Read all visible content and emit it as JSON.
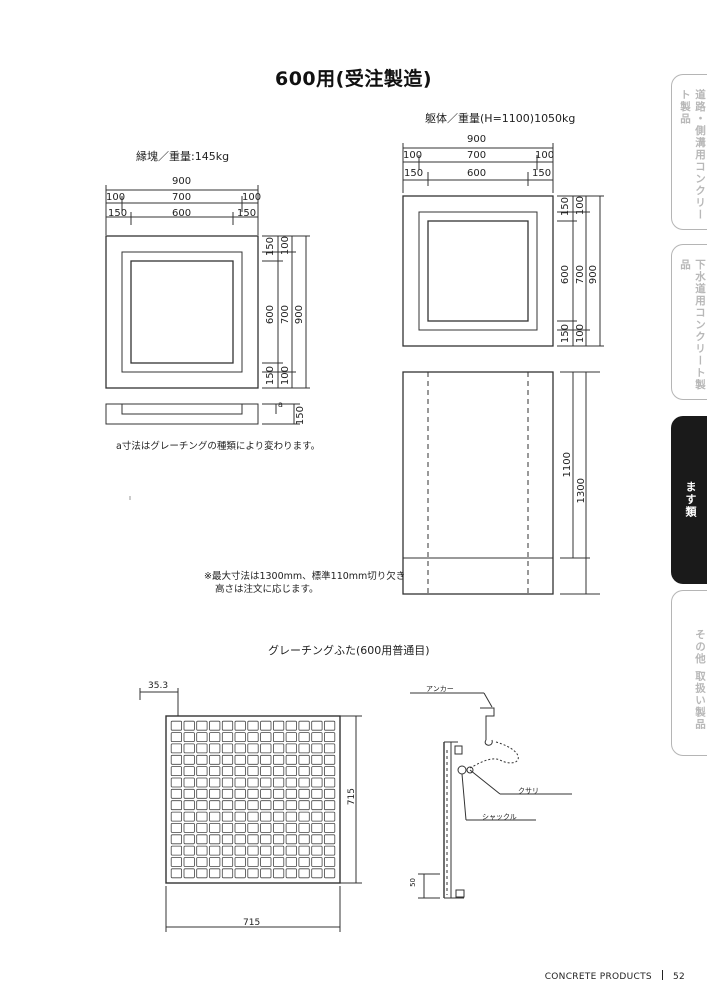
{
  "title": "600用(受注製造)",
  "top_left": {
    "label": "縁塊／重量:145kg",
    "dims_overall": "900",
    "dims_row2": [
      "100",
      "700",
      "100"
    ],
    "dims_row3": [
      "150",
      "600",
      "150"
    ],
    "right_inner": [
      "150",
      "100",
      "600",
      "700",
      "900",
      "150",
      "100"
    ],
    "section_dims": [
      "a",
      "150"
    ],
    "note": "a寸法はグレーチングの種類により変わります。"
  },
  "top_right": {
    "label": "躯体／重量(H=1100)1050kg",
    "dims_overall": "900",
    "dims_row2": [
      "100",
      "700",
      "100"
    ],
    "dims_row3": [
      "150",
      "600",
      "150"
    ],
    "right_inner": [
      "150",
      "100",
      "600",
      "700",
      "900",
      "150",
      "100"
    ],
    "elevation_dims": [
      "1100",
      "1300"
    ],
    "note_lines": [
      "※最大寸法は1300mm、標準110mm切り欠き",
      "高さは注文に応じます。"
    ]
  },
  "grating": {
    "label": "グレーチングふた(600用普通目)",
    "dim_top": "35.3",
    "dim_right": "715",
    "dim_bottom": "715",
    "detail_labels": [
      "アンカー",
      "クサリ",
      "シャックル"
    ],
    "detail_dim": "50"
  },
  "side_tabs": [
    {
      "label": "道路・側溝用コンクリート製品",
      "active": false
    },
    {
      "label": "下水道用コンクリート製品",
      "active": false
    },
    {
      "label": "ます類",
      "active": true
    },
    {
      "label": "その他 取扱い製品",
      "active": false
    }
  ],
  "footer": {
    "text": "CONCRETE PRODUCTS",
    "page": "52"
  }
}
